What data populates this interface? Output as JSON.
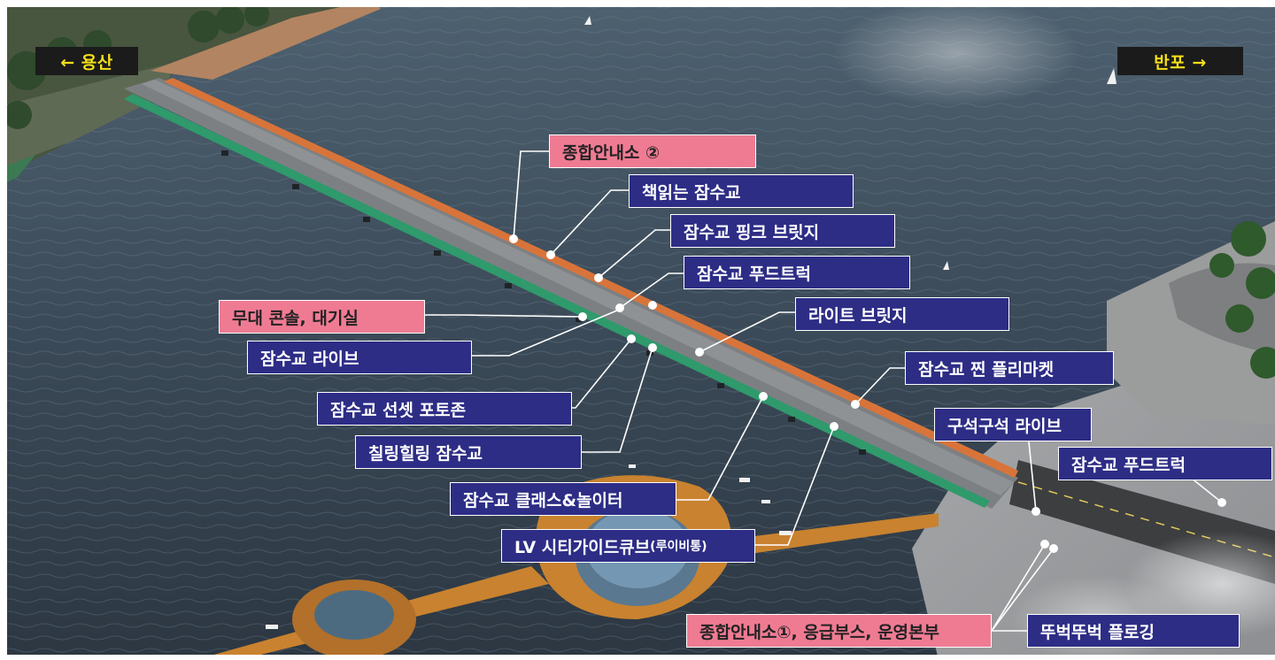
{
  "directions": {
    "left": "← 용산",
    "right": "반포 →"
  },
  "labels": {
    "info_center_2": "종합안내소 ②",
    "reading_bridge": "책읽는 잠수교",
    "pink_bridge": "잠수교 핑크 브릿지",
    "food_truck_1": "잠수교 푸드트럭",
    "stage_console": "무대 콘솔, 대기실",
    "light_bridge": "라이트 브릿지",
    "jamsu_live": "잠수교 라이브",
    "flea_market": "잠수교 찐 플리마켓",
    "sunset_photozone": "잠수교 선셋 포토존",
    "corner_live": "구석구석 라이브",
    "healing": "칠링힐링 잠수교",
    "food_truck_2": "잠수교 푸드트럭",
    "class_playground": "잠수교 클래스&놀이터",
    "lv_cube_main": "LV 시티가이드큐브",
    "lv_cube_sub": "(루이비통)",
    "info_center_1": "종합안내소①, 응급부스, 운영본부",
    "plogging": "뚜벅뚜벅 플로깅"
  },
  "colors": {
    "label_blue": "#2d2d86",
    "label_pink": "#ef7b93",
    "direction_text": "#f6df1a"
  }
}
